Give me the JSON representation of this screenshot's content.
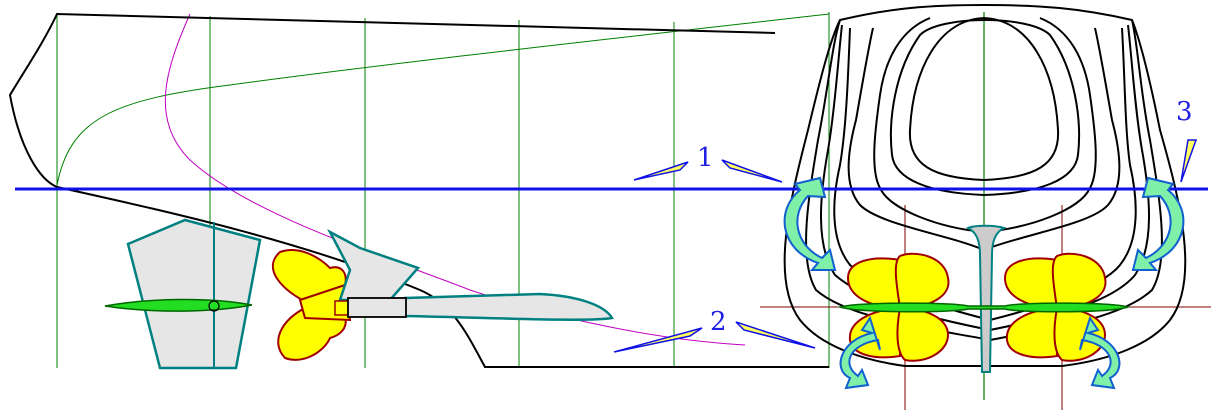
{
  "labels": {
    "one": "1",
    "two": "2",
    "three": "3"
  },
  "colors": {
    "waterline": "#1010e8",
    "hull": "#000000",
    "grid": "#008000",
    "section_grid": "#800000",
    "rudder": "#008080",
    "rudder_fill": "#e6e6e6",
    "propeller": "#ffff00",
    "propeller_outline": "#a00000",
    "shaft": "#22dd22",
    "flow_arrow": "#80f0a8",
    "flow_arrow_outline": "#1060d0",
    "pointer_arrow": "#ffff60",
    "magenta_line": "#c000c0"
  }
}
